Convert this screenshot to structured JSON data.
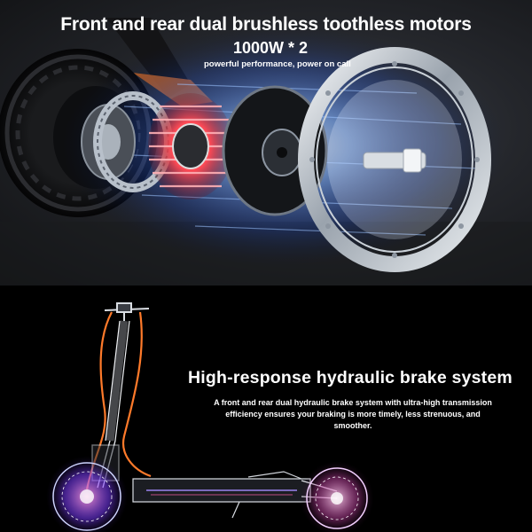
{
  "motor_section": {
    "title": "Front and rear dual brushless toothless motors",
    "power": "1000W * 2",
    "tagline": "powerful performance, power on call"
  },
  "brake_section": {
    "title": "High-response hydraulic brake system",
    "description": "A front and rear dual hydraulic brake system with ultra-high transmission efficiency ensures your braking is more timely, less strenuous, and smoother."
  },
  "colors": {
    "top_background": "#24262b",
    "bottom_background": "#000000",
    "motor_glow_blue": "#3a7bff",
    "stator_red": "#e0303a",
    "brake_line_orange": "#ff7a2a",
    "text": "#ffffff"
  }
}
